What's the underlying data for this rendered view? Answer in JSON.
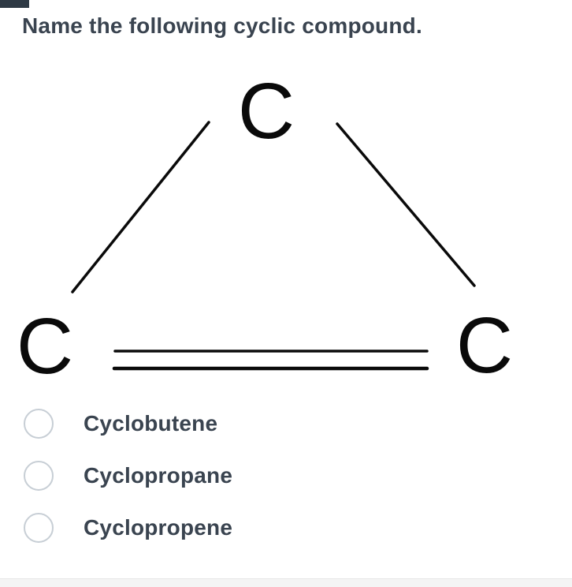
{
  "question": {
    "title": "Name the following cyclic compound."
  },
  "structure": {
    "description": "triangle of three carbon atoms with one double bond (cyclopropene skeleton)",
    "atoms": [
      {
        "label": "C",
        "position": "top"
      },
      {
        "label": "C",
        "position": "bottom-left"
      },
      {
        "label": "C",
        "position": "bottom-right"
      }
    ],
    "bonds": [
      {
        "from": "bottom-left",
        "to": "top",
        "type": "single"
      },
      {
        "from": "top",
        "to": "bottom-right",
        "type": "single"
      },
      {
        "from": "bottom-left",
        "to": "bottom-right",
        "type": "double"
      }
    ]
  },
  "options": [
    {
      "label": "Cyclobutene",
      "selected": false
    },
    {
      "label": "Cyclopropane",
      "selected": false
    },
    {
      "label": "Cyclopropene",
      "selected": false
    }
  ],
  "colors": {
    "text": "#3a4450",
    "structure_ink": "#0a0a0a",
    "radio_border": "#c7ced5",
    "corner_badge": "#2e3944",
    "footer_background": "#f4f4f4"
  }
}
